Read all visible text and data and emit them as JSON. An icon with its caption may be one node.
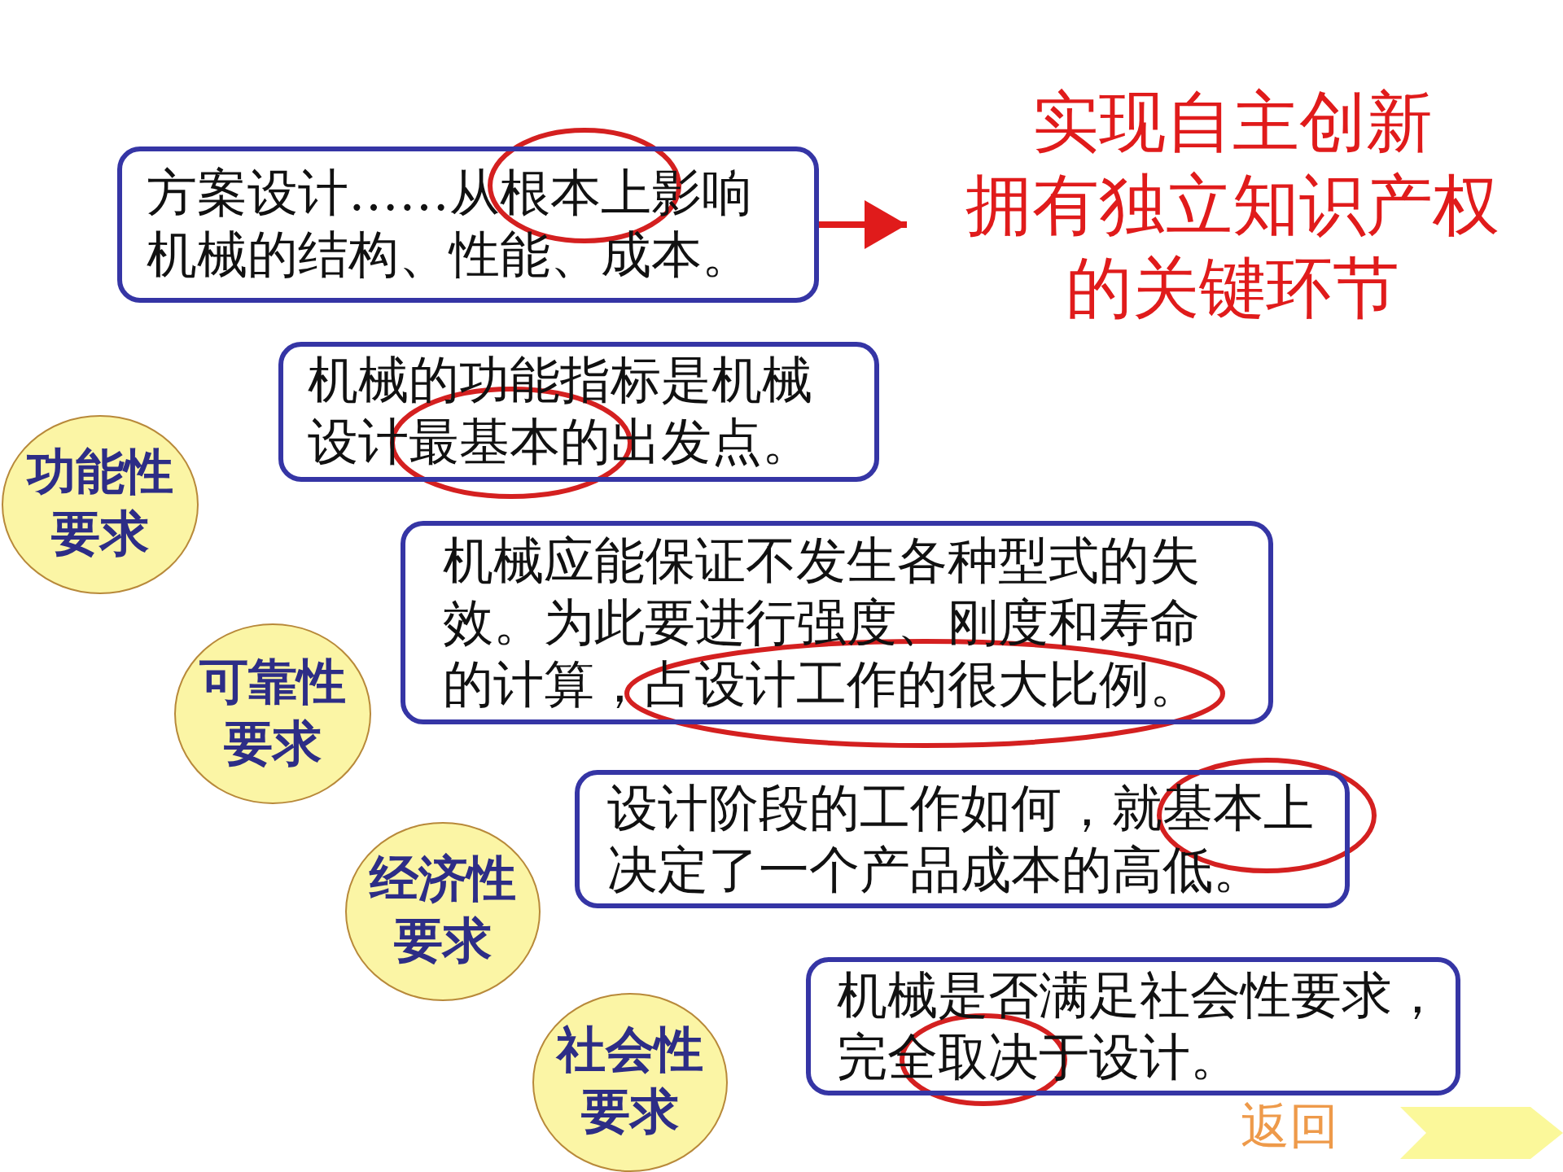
{
  "diagram": {
    "nodes": [
      {
        "text": [
          "方案设计……从根本上影响机械的结构、性能、成本。"
        ]
      },
      {
        "text": [
          "实现自主创新拥有独立知识产权的关键环节"
        ]
      },
      {
        "text": [
          "机械的功能指标是机械设计最基本的出发点。"
        ]
      },
      {
        "text": [
          "功能性要求"
        ]
      },
      {
        "text": [
          "机械应能保证不发生各种型式的失效。为此要进行强度、刚度和寿命的计算，占设计工作的很大比例。"
        ]
      },
      {
        "text": [
          "可靠性要求"
        ]
      },
      {
        "text": [
          "设计阶段的工作如何，就基本上决定了一个产品成本的高低。"
        ]
      },
      {
        "text": [
          "经济性要求"
        ]
      },
      {
        "text": [
          "机械是否满足社会性要求，完全取决于设计。"
        ]
      },
      {
        "text": [
          "社会性要求"
        ]
      }
    ],
    "edges": [
      {
        "from": 0,
        "to": 1,
        "arrow": "to",
        "color": "#e01b1b"
      }
    ],
    "labels": [
      "返回"
    ]
  }
}
